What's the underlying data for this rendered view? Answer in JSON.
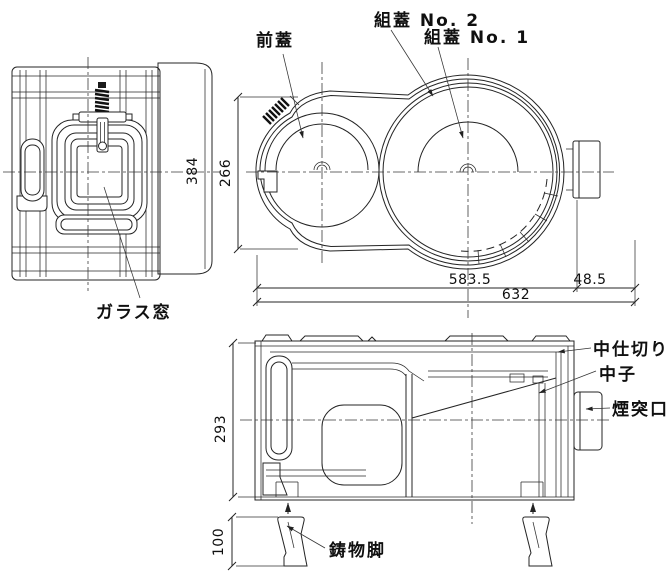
{
  "colors": {
    "background": "#ffffff",
    "line": "#222222"
  },
  "views": {
    "front": {
      "label_glass_window": "ガラス窓",
      "dim_height": "384"
    },
    "plan": {
      "label_front_lid": "前蓋",
      "label_lid_no2": "組蓋 No. 2",
      "label_lid_no1": "組蓋 No. 1",
      "dim_depth": "266",
      "dim_body_width": "583.5",
      "dim_flue_offset": "48.5",
      "dim_total_width": "632"
    },
    "side": {
      "label_partition": "中仕切り",
      "label_core": "中子",
      "label_flue_outlet": "煙突口",
      "label_cast_leg": "鋳物脚",
      "dim_height": "293",
      "dim_leg_height": "100"
    }
  }
}
